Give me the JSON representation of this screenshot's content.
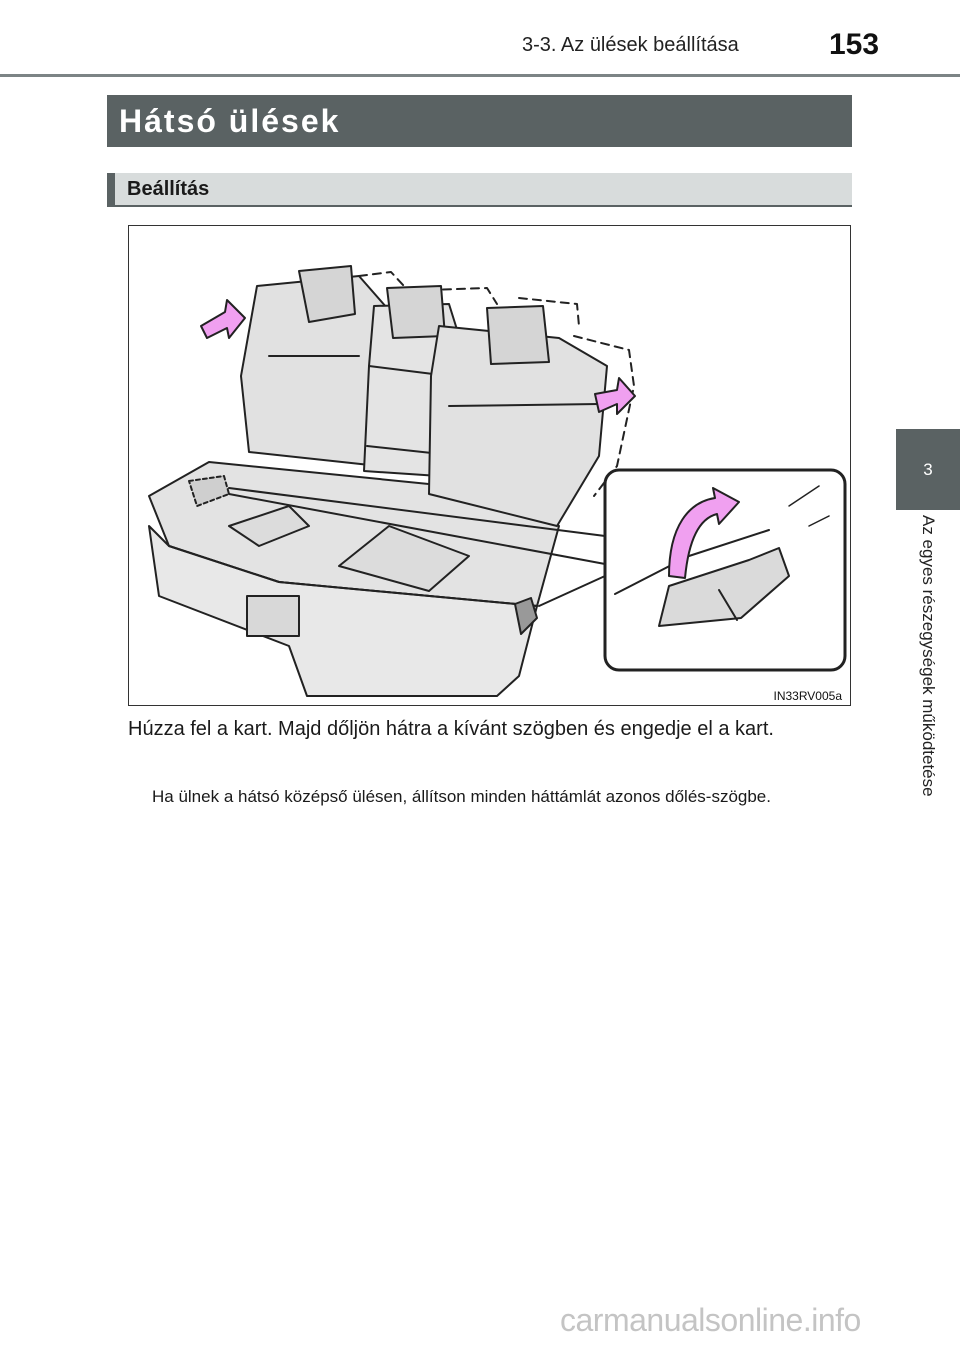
{
  "header": {
    "section": "3-3. Az ülések beállítása",
    "page_number": "153"
  },
  "side_tab": {
    "chapter_number": "3",
    "chapter_title": "Az egyes részegységek működtetése"
  },
  "title": "Hátsó ülések",
  "subheading": "Beállítás",
  "figure": {
    "code": "IN33RV005a",
    "arrow_color": "#f0a0f0",
    "seat_color": "#e1e1e1",
    "line_color": "#222222"
  },
  "body": {
    "instruction": "Húzza fel a kart. Majd dőljön hátra a kívánt szögben és engedje el a kart.",
    "note": "Ha ülnek a hátsó középső ülésen, állítson minden háttámlát azonos dőlés-szögbe."
  },
  "watermark": "carmanualsonline.info"
}
